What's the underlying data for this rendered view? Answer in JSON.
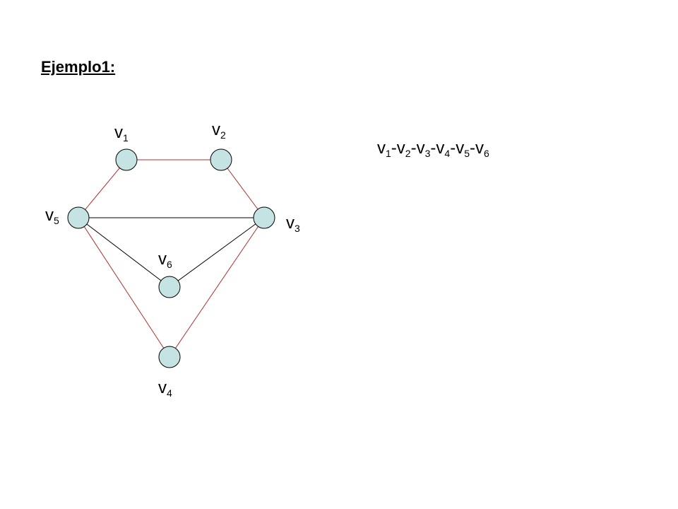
{
  "title": "Ejemplo1:",
  "colors": {
    "path_edge": "#b22d2d",
    "other_edge": "#000000",
    "node_fill": "#c5e3e3",
    "node_stroke": "#000000"
  },
  "nodes": [
    {
      "id": "v1",
      "letter": "v",
      "index": "1"
    },
    {
      "id": "v2",
      "letter": "v",
      "index": "2"
    },
    {
      "id": "v3",
      "letter": "v",
      "index": "3"
    },
    {
      "id": "v4",
      "letter": "v",
      "index": "4"
    },
    {
      "id": "v5",
      "letter": "v",
      "index": "5"
    },
    {
      "id": "v6",
      "letter": "v",
      "index": "6"
    }
  ],
  "edges": [
    {
      "from": "v1",
      "to": "v2",
      "in_path": true
    },
    {
      "from": "v2",
      "to": "v3",
      "in_path": true
    },
    {
      "from": "v3",
      "to": "v4",
      "in_path": true
    },
    {
      "from": "v4",
      "to": "v5",
      "in_path": true
    },
    {
      "from": "v5",
      "to": "v1",
      "in_path": true
    },
    {
      "from": "v5",
      "to": "v3",
      "in_path": false
    },
    {
      "from": "v5",
      "to": "v6",
      "in_path": false
    },
    {
      "from": "v6",
      "to": "v3",
      "in_path": false
    }
  ],
  "path": {
    "separator": "-",
    "items": [
      {
        "letter": "v",
        "index": "1"
      },
      {
        "letter": "v",
        "index": "2"
      },
      {
        "letter": "v",
        "index": "3"
      },
      {
        "letter": "v",
        "index": "4"
      },
      {
        "letter": "v",
        "index": "5"
      },
      {
        "letter": "v",
        "index": "6"
      }
    ]
  }
}
